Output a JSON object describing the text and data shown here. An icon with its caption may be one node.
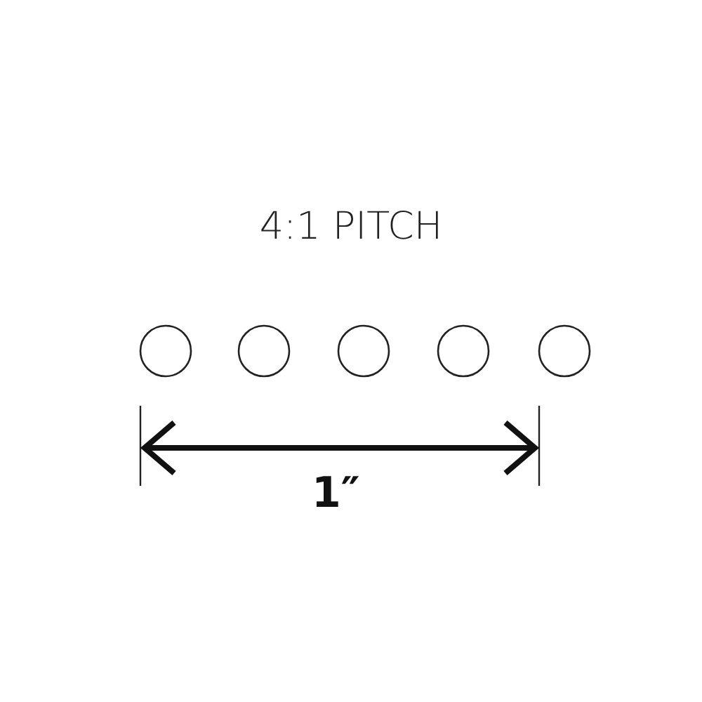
{
  "diagram": {
    "title": "4:1 PITCH",
    "nodes": [
      {
        "text": [],
        "shape": "circle"
      },
      {
        "text": [],
        "shape": "circle"
      },
      {
        "text": [],
        "shape": "circle"
      },
      {
        "text": [],
        "shape": "circle"
      },
      {
        "text": [],
        "shape": "circle"
      }
    ],
    "labels": [
      "1″"
    ]
  }
}
